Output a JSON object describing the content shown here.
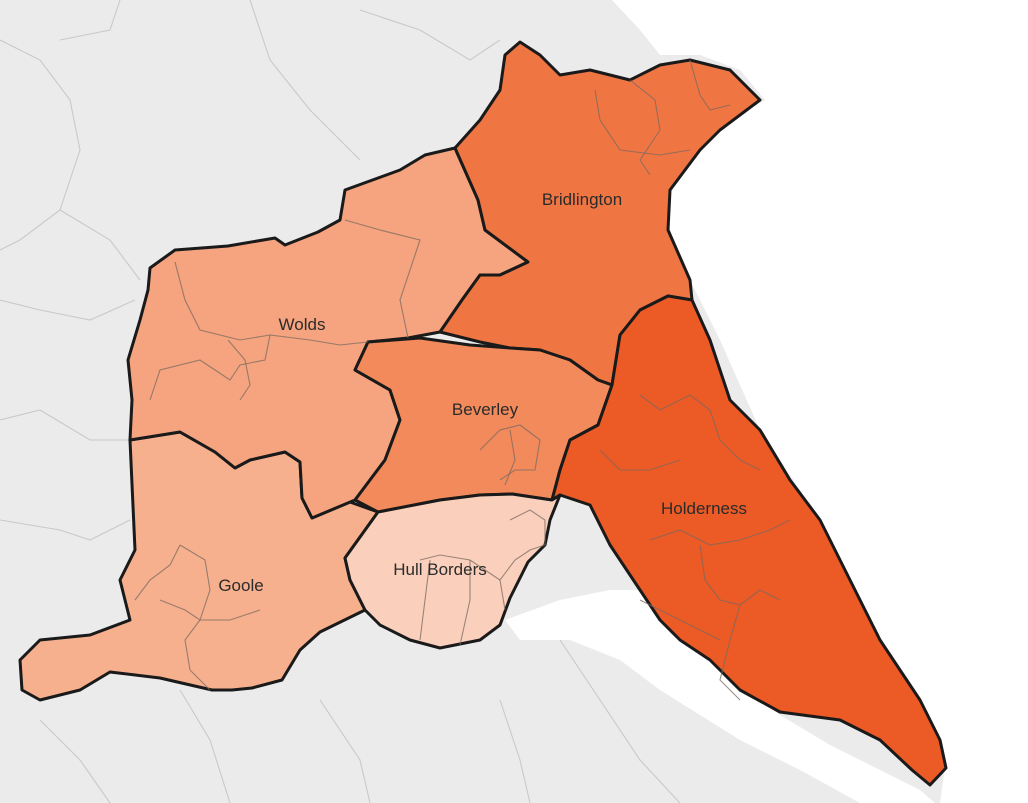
{
  "regions": {
    "bridlington": {
      "label": "Bridlington",
      "color": "#ef7543"
    },
    "wolds": {
      "label": "Wolds",
      "color": "#f5a47f"
    },
    "beverley": {
      "label": "Beverley",
      "color": "#f28a5b"
    },
    "holderness": {
      "label": "Holderness",
      "color": "#ec5a25"
    },
    "goole": {
      "label": "Goole",
      "color": "#f7b08e"
    },
    "hull_borders": {
      "label": "Hull Borders",
      "color": "#fad0bd"
    }
  },
  "colors": {
    "land": "#ebebeb",
    "water": "#ffffff",
    "border": "#1a1a1a"
  }
}
